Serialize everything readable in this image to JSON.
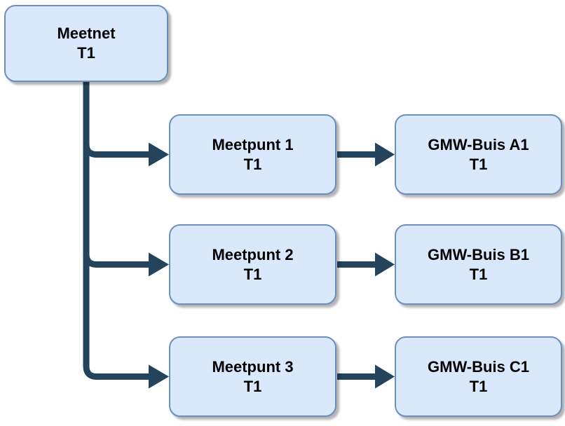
{
  "diagram": {
    "background_color": "#ffffff",
    "colors": {
      "node_fill": "#dae8fc",
      "node_border": "#6c8ebf",
      "edge": "#23445c",
      "text": "#000000",
      "shadow": "#b0b0b0"
    },
    "nodes": [
      {
        "id": "meetnet",
        "line1": "Meetnet",
        "line2": "T1"
      },
      {
        "id": "meetpunt-1",
        "line1": "Meetpunt 1",
        "line2": "T1"
      },
      {
        "id": "meetpunt-2",
        "line1": "Meetpunt 2",
        "line2": "T1"
      },
      {
        "id": "meetpunt-3",
        "line1": "Meetpunt 3",
        "line2": "T1"
      },
      {
        "id": "gmw-buis-a1",
        "line1": "GMW-Buis A1",
        "line2": "T1"
      },
      {
        "id": "gmw-buis-b1",
        "line1": "GMW-Buis B1",
        "line2": "T1"
      },
      {
        "id": "gmw-buis-c1",
        "line1": "GMW-Buis C1",
        "line2": "T1"
      }
    ],
    "edges": [
      {
        "from": "meetnet",
        "to": "meetpunt-1",
        "arrow": "filled-triangle"
      },
      {
        "from": "meetnet",
        "to": "meetpunt-2",
        "arrow": "filled-triangle"
      },
      {
        "from": "meetnet",
        "to": "meetpunt-3",
        "arrow": "filled-triangle"
      },
      {
        "from": "meetpunt-1",
        "to": "gmw-buis-a1",
        "arrow": "filled-triangle"
      },
      {
        "from": "meetpunt-2",
        "to": "gmw-buis-b1",
        "arrow": "filled-triangle"
      },
      {
        "from": "meetpunt-3",
        "to": "gmw-buis-c1",
        "arrow": "filled-triangle"
      }
    ]
  }
}
